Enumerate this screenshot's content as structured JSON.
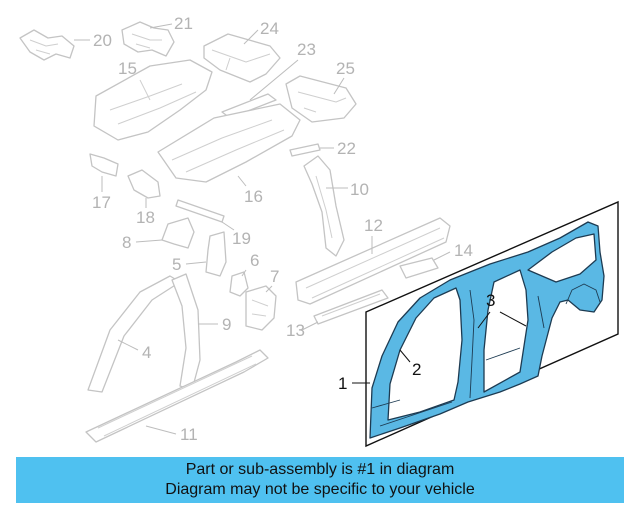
{
  "banner": {
    "line1": "Part or sub-assembly is #1 in diagram",
    "line2": "Diagram may not be specific to your vehicle"
  },
  "callouts": {
    "c1": "1",
    "c2": "2",
    "c3": "3",
    "c4": "4",
    "c5": "5",
    "c6": "6",
    "c7": "7",
    "c8": "8",
    "c9": "9",
    "c10": "10",
    "c11": "11",
    "c12": "12",
    "c13": "13",
    "c14": "14",
    "c15": "15",
    "c16": "16",
    "c17": "17",
    "c18": "18",
    "c19": "19",
    "c20": "20",
    "c21": "21",
    "c22": "22",
    "c23": "23",
    "c24": "24",
    "c25": "25"
  },
  "colors": {
    "highlight": "#5ab8e4",
    "banner": "#4fc1f0",
    "ghost_line": "#c4c4c4",
    "callout_inactive": "#b3b3b3",
    "callout_active": "#111111"
  }
}
